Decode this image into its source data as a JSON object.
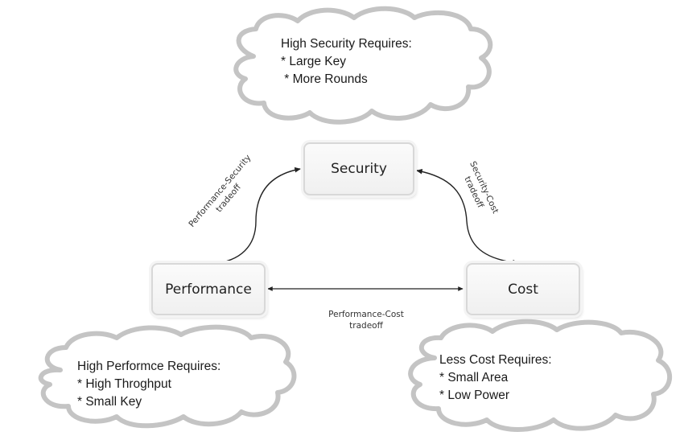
{
  "diagram": {
    "nodes": {
      "security": {
        "label": "Security"
      },
      "performance": {
        "label": "Performance"
      },
      "cost": {
        "label": "Cost"
      }
    },
    "edges": {
      "performance_security": {
        "line1": "Performance-Security",
        "line2": "tradeoff"
      },
      "security_cost": {
        "line1": "Security-Cost",
        "line2": "tradeoff"
      },
      "performance_cost": {
        "line1": "Performance-Cost",
        "line2": "tradeoff"
      }
    },
    "clouds": {
      "security": {
        "title": "High Security Requires:",
        "items": [
          "* Large Key",
          " * More Rounds"
        ]
      },
      "performance": {
        "title": "High Performce Requires:",
        "items": [
          "* High Throghput",
          "* Small Key"
        ]
      },
      "cost": {
        "title": "Less Cost Requires:",
        "items": [
          "* Small Area",
          "* Low Power"
        ]
      }
    },
    "colors": {
      "cloud_stroke": "#c4c4c4",
      "arrow": "#222222",
      "box_border": "#d8d8d8"
    }
  }
}
